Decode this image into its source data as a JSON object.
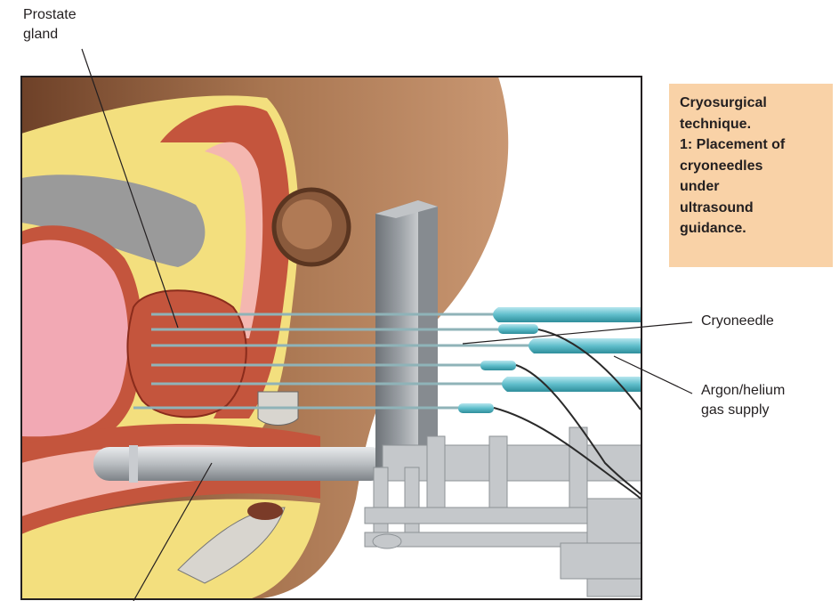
{
  "labels": {
    "prostate": "Prostate\ngland",
    "cryoneedle": "Cryoneedle",
    "gas_supply": "Argon/helium\ngas supply"
  },
  "caption": {
    "text": "Cryosurgical\ntechnique.\n1:  Placement of\ncryoneedles\nunder\nultrasound\nguidance."
  },
  "colors": {
    "caption_bg": "#f9d2a7",
    "skin": "#9b6a48",
    "fat": "#f3df7e",
    "muscle": "#c4553d",
    "bladder": "#f2a9b4",
    "needle": "#5fbecb",
    "metal": "#a6abb0"
  }
}
